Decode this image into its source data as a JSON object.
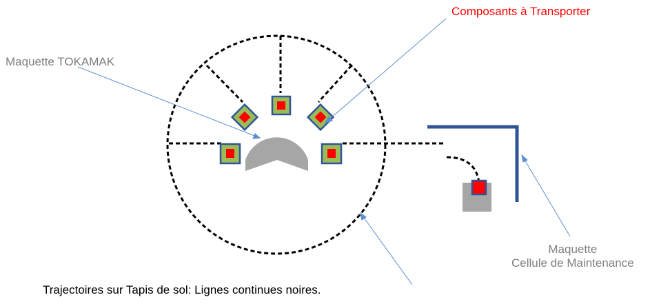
{
  "labels": {
    "composants": "Composants à Transporter",
    "tokamak": "Maquette TOKAMAK",
    "maintenance_line1": "Maquette",
    "maintenance_line2": "Cellule de Maintenance",
    "trajectoires": "Trajectoires sur Tapis de sol: Lignes continues noires."
  },
  "colors": {
    "composants_label": "#ff0000",
    "gray_label": "#7f7f7f",
    "black_label": "#000000",
    "pointer_line": "#5b8fd0",
    "track": "#000000",
    "tokamak_body": "#a6a6a6",
    "component_border": "#2f5597",
    "component_fill": "#9bbb59",
    "component_core": "#ff0000",
    "wall": "#2f5597"
  }
}
